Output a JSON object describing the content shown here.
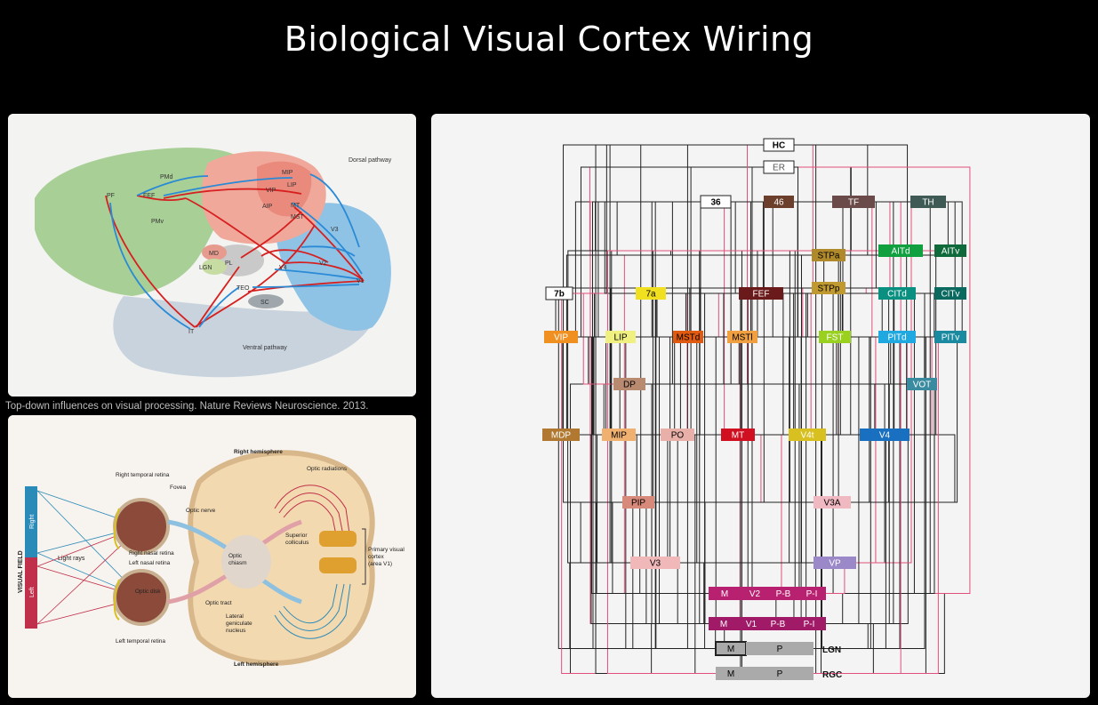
{
  "title": "Biological Visual Cortex Wiring",
  "caption": "Top-down influences on visual processing. Nature Reviews Neuroscience. 2013.",
  "brain_diagram": {
    "dorsal_label": "Dorsal pathway",
    "ventral_label": "Ventral pathway",
    "areas": {
      "pf": "PF",
      "fef": "FEF",
      "pmd": "PMd",
      "pmv": "PMv",
      "mip": "MIP",
      "lip": "LIP",
      "vip": "VIP",
      "aip": "AIP",
      "mt": "MT",
      "mst": "MST",
      "v3": "V3",
      "v2": "V2",
      "v1": "V1",
      "v4": "V4",
      "md": "MD",
      "pl": "PL",
      "lgn": "LGN",
      "teo": "TEO",
      "sc": "SC",
      "it": "IT"
    }
  },
  "eye_diagram": {
    "right_hemisphere": "Right hemisphere",
    "left_hemisphere": "Left hemisphere",
    "visual_field": "VISUAL FIELD",
    "right": "Right",
    "left": "Left",
    "light_rays": "Light rays",
    "right_temporal_retina": "Right temporal retina",
    "fovea": "Fovea",
    "optic_nerve": "Optic nerve",
    "right_nasal_retina": "Right nasal retina",
    "left_nasal_retina": "Left nasal retina",
    "optic_disk": "Optic disk",
    "left_temporal_retina": "Left temporal retina",
    "optic_chiasm_1": "Optic",
    "optic_chiasm_2": "chiasm",
    "optic_tract": "Optic tract",
    "lgn_1": "Lateral",
    "lgn_2": "geniculate",
    "lgn_3": "nucleus",
    "optic_radiations": "Optic radiations",
    "sup_col_1": "Superior",
    "sup_col_2": "colliculus",
    "v1_1": "Primary visual",
    "v1_2": "cortex",
    "v1_3": "(area V1)"
  },
  "wiring": {
    "nodes": {
      "hc": "HC",
      "er": "ER",
      "n36": "36",
      "n46": "46",
      "tf": "TF",
      "th": "TH",
      "stpa": "STPa",
      "aitd": "AITd",
      "aitv": "AITv",
      "n7b": "7b",
      "n7a": "7a",
      "fef": "FEF",
      "stpp": "STPp",
      "citd": "CITd",
      "citv": "CITv",
      "vip": "VIP",
      "lip": "LIP",
      "mstd": "MSTd",
      "mstl": "MSTl",
      "fst": "FST",
      "pitd": "PITd",
      "pitv": "PITv",
      "dp": "DP",
      "vot": "VOT",
      "mdp": "MDP",
      "mip": "MIP",
      "po": "PO",
      "mt": "MT",
      "v4t": "V4t",
      "v4": "V4",
      "pip": "PIP",
      "v3a": "V3A",
      "v3": "V3",
      "vp": "VP",
      "v2m": "M",
      "v2": "V2",
      "v2pb": "P-B",
      "v2pi": "P-I",
      "v1m": "M",
      "v1": "V1",
      "v1pb": "P-B",
      "v1pi": "P-I",
      "lgnm": "M",
      "lgnp": "P",
      "lgn": "LGN",
      "rgcm": "M",
      "rgcp": "P",
      "rgc": "RGC"
    }
  }
}
